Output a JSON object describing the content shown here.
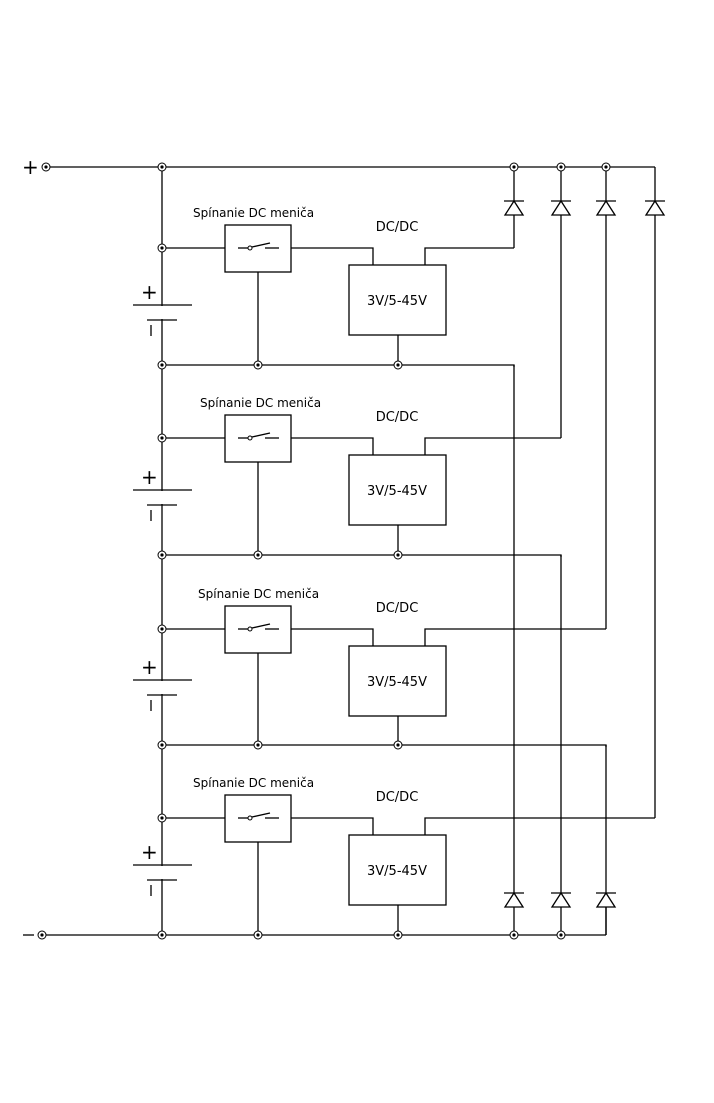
{
  "diagram": {
    "terminals": {
      "positive": "+",
      "negative": "−"
    },
    "stages": [
      {
        "switch_label": "Spínanie DC meniča",
        "converter_title": "DC/DC",
        "converter_rating": "3V/5-45V",
        "battery_plus": "+",
        "battery_minus": "I"
      },
      {
        "switch_label": "Spínanie DC meniča",
        "converter_title": "DC/DC",
        "converter_rating": "3V/5-45V",
        "battery_plus": "+",
        "battery_minus": "I"
      },
      {
        "switch_label": "Spínanie DC meniča",
        "converter_title": "DC/DC",
        "converter_rating": "3V/5-45V",
        "battery_plus": "+",
        "battery_minus": "I"
      },
      {
        "switch_label": "Spínanie DC meniča",
        "converter_title": "DC/DC",
        "converter_rating": "3V/5-45V",
        "battery_plus": "+",
        "battery_minus": "I"
      }
    ],
    "diodes_top_count": 4,
    "diodes_bottom_count": 3
  }
}
